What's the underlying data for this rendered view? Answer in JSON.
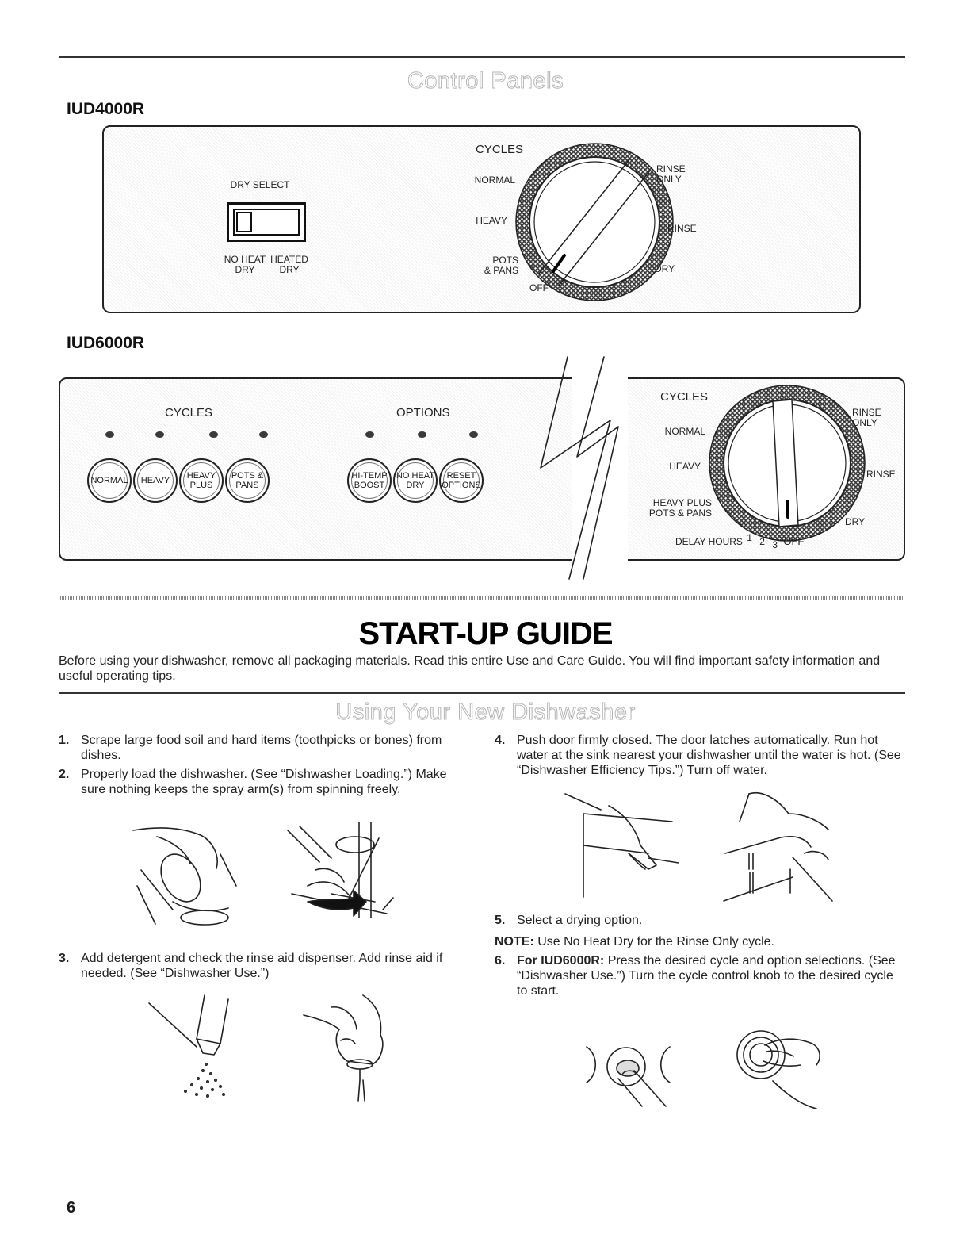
{
  "section_control_panels": "Control Panels",
  "panel1": {
    "model": "IUD4000R",
    "dry_select": {
      "label": "DRY SELECT",
      "left_option_l1": "NO HEAT",
      "left_option_l2": "DRY",
      "right_option_l1": "HEATED",
      "right_option_l2": "DRY"
    },
    "cycles_label": "CYCLES",
    "dial": {
      "normal": "NORMAL",
      "heavy": "HEAVY",
      "pots_l1": "POTS",
      "pots_l2": "& PANS",
      "off": "OFF",
      "rinse_only_l1": "RINSE",
      "rinse_only_l2": "ONLY",
      "rinse": "RINSE",
      "dry": "DRY"
    }
  },
  "panel2": {
    "model": "IUD6000R",
    "cycles_label": "CYCLES",
    "options_label": "OPTIONS",
    "cycle_buttons": [
      {
        "l1": "NORMAL",
        "l2": ""
      },
      {
        "l1": "HEAVY",
        "l2": ""
      },
      {
        "l1": "HEAVY",
        "l2": "PLUS"
      },
      {
        "l1": "POTS &",
        "l2": "PANS"
      }
    ],
    "option_buttons": [
      {
        "l1": "HI-TEMP",
        "l2": "BOOST"
      },
      {
        "l1": "NO HEAT",
        "l2": "DRY"
      },
      {
        "l1": "RESET",
        "l2": "OPTIONS"
      }
    ],
    "dial": {
      "cycles": "CYCLES",
      "normal": "NORMAL",
      "heavy": "HEAVY",
      "heavy_plus": "HEAVY PLUS",
      "pots_pans": "POTS & PANS",
      "delay_hours": "DELAY HOURS",
      "d1": "1",
      "d2": "2",
      "d3": "3",
      "off": "OFF",
      "rinse_only_l1": "RINSE",
      "rinse_only_l2": "ONLY",
      "rinse": "RINSE",
      "dry": "DRY"
    }
  },
  "main_title": "START-UP GUIDE",
  "intro": "Before using your dishwasher, remove all packaging materials. Read this entire Use and Care Guide. You will find important safety information and useful operating tips.",
  "section_using": "Using Your New Dishwasher",
  "steps": [
    {
      "num": "1.",
      "text": "Scrape large food soil and hard items (toothpicks or bones) from dishes."
    },
    {
      "num": "2.",
      "text": "Properly load the dishwasher. (See “Dishwasher Loading.”) Make sure nothing keeps the spray arm(s) from spinning freely."
    },
    {
      "num": "3.",
      "text": "Add detergent and check the rinse aid dispenser. Add rinse aid if needed. (See “Dishwasher Use.”)"
    },
    {
      "num": "4.",
      "text": "Push door firmly closed. The door latches automatically. Run hot water at the sink nearest your dishwasher until the water is hot. (See “Dishwasher Efficiency Tips.”) Turn off water."
    },
    {
      "num": "5.",
      "text": "Select a drying option."
    },
    {
      "num": "6.",
      "bold": "For IUD6000R:",
      "text": " Press the desired cycle and option selections. (See “Dishwasher Use.”) Turn the cycle control knob to the desired cycle to start."
    }
  ],
  "note": {
    "label": "NOTE:",
    "text": " Use No Heat Dry for the Rinse Only cycle."
  },
  "page_number": "6"
}
